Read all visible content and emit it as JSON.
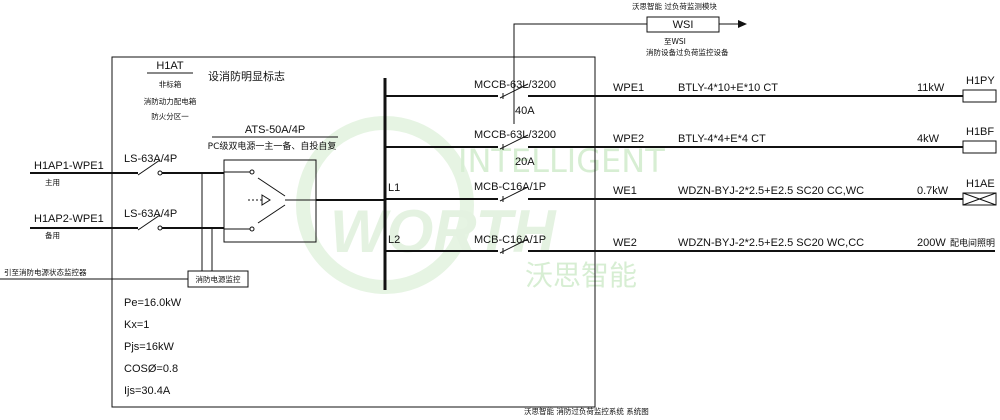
{
  "top": {
    "module_title": "沃思智能  过负荷监测模块",
    "wsi_label": "WSI",
    "to_wsi": "至WSI",
    "to_wsi_sub": "消防设备过负荷监控设备"
  },
  "panel": {
    "name": "H1AT",
    "type": "非标箱",
    "desc1": "消防动力配电箱",
    "desc2": "防火分区一",
    "sign_note": "设消防明显标志"
  },
  "ats": {
    "model": "ATS-50A/4P",
    "desc": "PC级双电源一主一备、自投自复"
  },
  "incomers": [
    {
      "source": "H1AP1-WPE1",
      "role": "主用",
      "breaker": "LS-63A/4P"
    },
    {
      "source": "H1AP2-WPE1",
      "role": "备用",
      "breaker": "LS-63A/4P"
    }
  ],
  "monitor_box": "消防电源监控",
  "monitor_note": "引至消防电源状态监控器",
  "params": {
    "pe": "Pe=16.0kW",
    "kx": "Kx=1",
    "pjs": "Pjs=16kW",
    "cos": "COSØ=0.8",
    "ijs": "Ijs=30.4A"
  },
  "circuits": [
    {
      "phase": "",
      "breaker": "MCCB-63L/3200",
      "rating": "40A",
      "circuit": "WPE1",
      "cable": "BTLY-4*10+E*10 CT",
      "power": "11kW",
      "load": "H1PY"
    },
    {
      "phase": "",
      "breaker": "MCCB-63L/3200",
      "rating": "20A",
      "circuit": "WPE2",
      "cable": "BTLY-4*4+E*4 CT",
      "power": "4kW",
      "load": "H1BF"
    },
    {
      "phase": "L1",
      "breaker": "MCB-C16A/1P",
      "rating": "",
      "circuit": "WE1",
      "cable": "WDZN-BYJ-2*2.5+E2.5  SC20 CC,WC",
      "power": "0.7kW",
      "load": "H1AE"
    },
    {
      "phase": "L2",
      "breaker": "MCB-C16A/1P",
      "rating": "",
      "circuit": "WE2",
      "cable": "WDZN-BYJ-2*2.5+E2.5  SC20 WC,CC",
      "power": "200W",
      "load": "配电间照明"
    }
  ],
  "watermark": {
    "line1": "INTELLIGENT",
    "line2": "WORTH",
    "line3": "沃思智能"
  },
  "footer": "沃思智能  消防过负荷监控系统  系统图"
}
